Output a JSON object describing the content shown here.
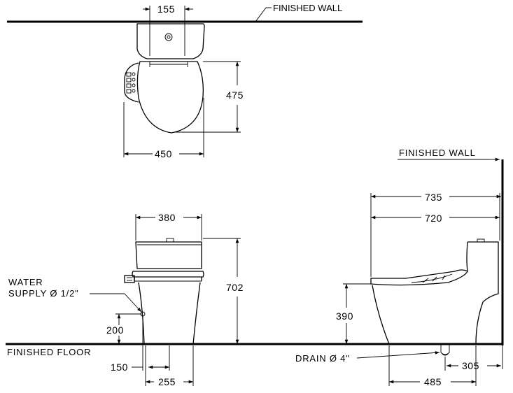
{
  "labels": {
    "finished_wall_top": "FINISHED  WALL",
    "finished_wall_side": "FINISHED  WALL",
    "finished_floor": "FINISHED  FLOOR",
    "water_supply_line1": "WATER",
    "water_supply_line2": "SUPPLY Ø 1/2\"",
    "drain": "DRAIN Ø 4\""
  },
  "dimensions": {
    "top_supply_spacing": "155",
    "top_depth": "475",
    "top_width": "450",
    "front_tank_width": "380",
    "front_height": "702",
    "supply_height": "200",
    "supply_offset": "150",
    "front_base_width": "255",
    "side_overall_depth": "735",
    "side_seat_depth": "720",
    "side_seat_height": "390",
    "side_drain_to_front": "485",
    "side_drain_to_wall": "305"
  }
}
